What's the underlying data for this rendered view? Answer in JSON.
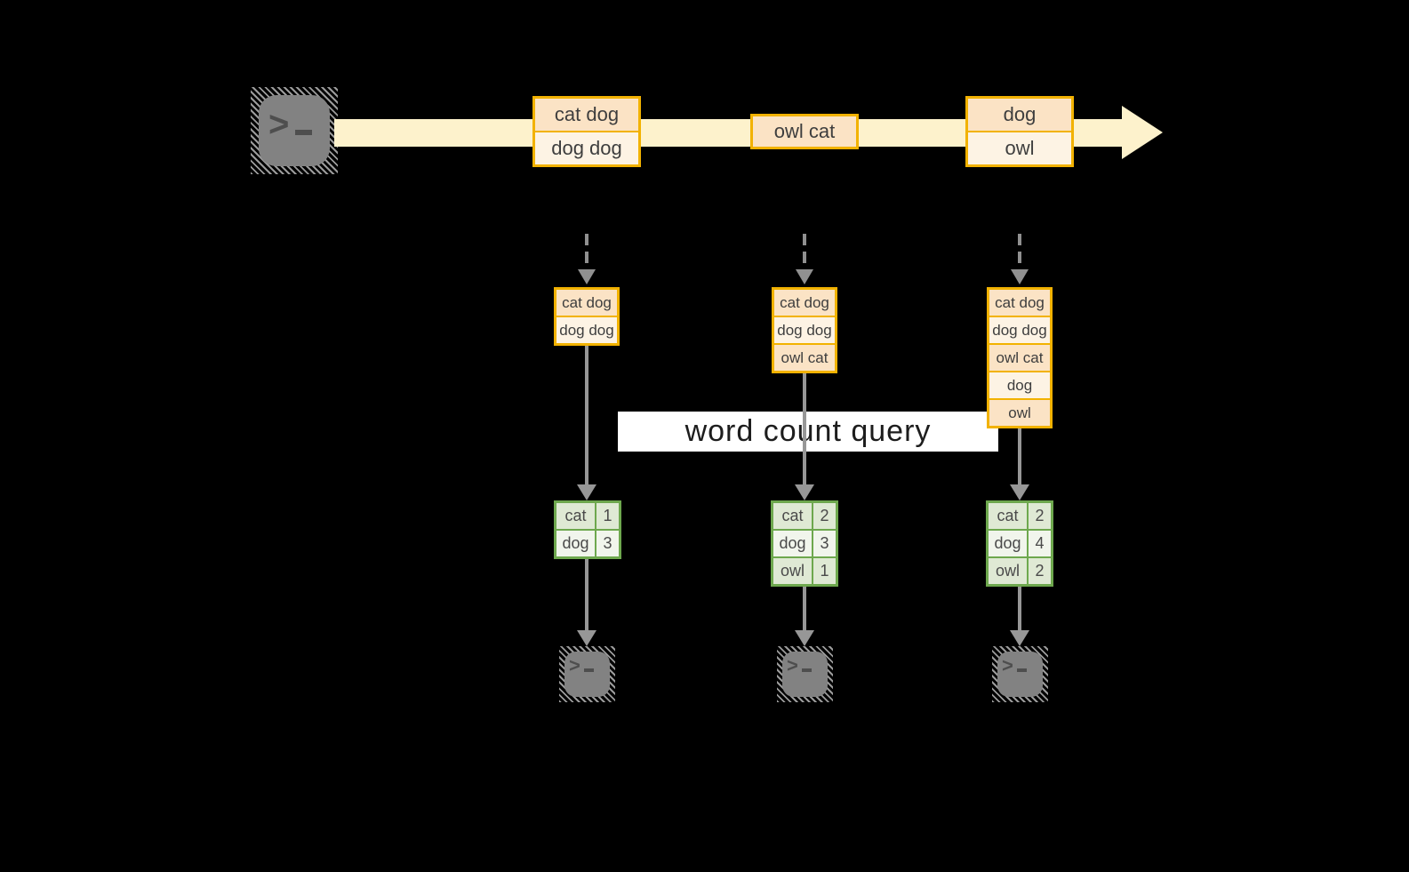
{
  "stream": {
    "events": [
      {
        "lines": [
          "cat dog",
          "dog dog"
        ]
      },
      {
        "lines": [
          "owl cat"
        ]
      },
      {
        "lines": [
          "dog",
          "owl"
        ]
      }
    ]
  },
  "query": {
    "label": "word count query"
  },
  "workers": [
    {
      "buffer": [
        "cat dog",
        "dog dog"
      ],
      "counts": [
        {
          "word": "cat",
          "count": "1"
        },
        {
          "word": "dog",
          "count": "3"
        }
      ]
    },
    {
      "buffer": [
        "cat dog",
        "dog dog",
        "owl cat"
      ],
      "counts": [
        {
          "word": "cat",
          "count": "2"
        },
        {
          "word": "dog",
          "count": "3"
        },
        {
          "word": "owl",
          "count": "1"
        }
      ]
    },
    {
      "buffer": [
        "cat dog",
        "dog dog",
        "owl cat",
        "dog",
        "owl"
      ],
      "counts": [
        {
          "word": "cat",
          "count": "2"
        },
        {
          "word": "dog",
          "count": "4"
        },
        {
          "word": "owl",
          "count": "2"
        }
      ]
    }
  ],
  "icons": {
    "source": "terminal-icon",
    "sink": "terminal-icon",
    "prompt": ">"
  },
  "colors": {
    "background": "#000000",
    "stream_band": "#fdf2cc",
    "box_border": "#f2b200",
    "cell_peach": "#fbe3c5",
    "cell_cream": "#fdf3e4",
    "table_border": "#6ea84e",
    "row_green": "#dfe9d4",
    "row_light": "#f1f5ec",
    "arrow_gray": "#979797",
    "banner_bg": "#ffffff"
  }
}
